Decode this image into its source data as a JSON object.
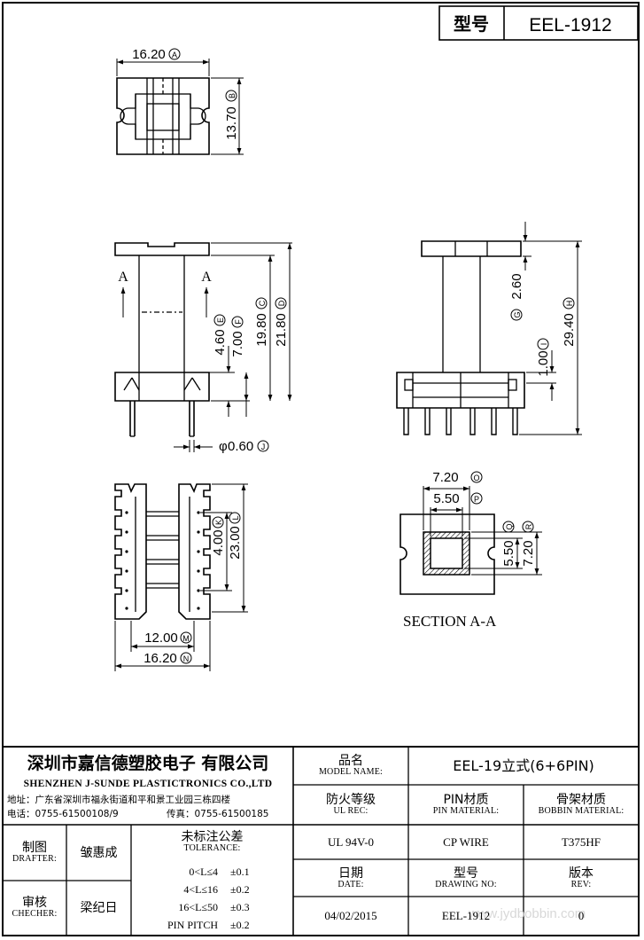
{
  "header": {
    "model_label": "型号",
    "model_value": "EEL-1912"
  },
  "dims": {
    "a": "16.20",
    "b": "13.70",
    "c": "19.80",
    "d": "21.80",
    "e": "4.60",
    "f": "7.00",
    "g": "2.60",
    "h": "29.40",
    "i": "1.00",
    "j": "0.60",
    "k": "4.00",
    "l": "23.00",
    "m": "12.00",
    "n": "16.20",
    "o": "7.20",
    "p": "5.50",
    "q": "5.50",
    "r": "7.20"
  },
  "callouts": {
    "a": "A",
    "b": "B",
    "c": "C",
    "d": "D",
    "e": "E",
    "f": "F",
    "g": "G",
    "h": "H",
    "i": "I",
    "j": "J",
    "k": "K",
    "l": "L",
    "m": "M",
    "n": "N",
    "o": "O",
    "p": "P",
    "q": "Q",
    "r": "R"
  },
  "diameter_symbol": "φ",
  "section_marker": "A",
  "section_title": "SECTION A-A",
  "watermark": "www.jydbobbin.com",
  "title_block": {
    "company_cn": "深圳市嘉信德塑胶电子 有限公司",
    "company_en": "SHENZHEN J-SUNDE PLASTICTRONICS CO.,LTD",
    "address": "地址：广东省深圳市福永街道和平和景工业园三栋四楼",
    "phone": "电话：0755-61500108/9",
    "fax": "传真：0755-61500185",
    "model_name_cn": "品名",
    "model_name_en": "MODEL NAME:",
    "model_name_value": "EEL-19立式(6+6PIN)",
    "ul_cn": "防火等级",
    "ul_en": "UL REC:",
    "pin_mat_cn": "PIN材质",
    "pin_mat_en": "PIN MATERIAL:",
    "bobbin_mat_cn": "骨架材质",
    "bobbin_mat_en": "BOBBIN MATERIAL:",
    "ul_value": "UL 94V-0",
    "pin_value": "CP WIRE",
    "bobbin_value": "T375HF",
    "drafter_cn": "制图",
    "drafter_en": "DRAFTER:",
    "drafter_value": "皱惠成",
    "checker_cn": "审核",
    "checker_en": "CHECHER:",
    "checker_value": "梁纪日",
    "tolerance_cn": "未标注公差",
    "tolerance_en": "TOLERANCE:",
    "tolerance_rows": [
      {
        "range": "0<L≤4",
        "value": "±0.1"
      },
      {
        "range": "4<L≤16",
        "value": "±0.2"
      },
      {
        "range": "16<L≤50",
        "value": "±0.3"
      },
      {
        "range": "PIN PITCH",
        "value": "±0.2"
      }
    ],
    "date_cn": "日期",
    "date_en": "DATE:",
    "drawing_no_cn": "型号",
    "drawing_no_en": "DRAWING NO:",
    "rev_cn": "版本",
    "rev_en": "REV:",
    "date_value": "04/02/2015",
    "drawing_no_value": "EEL-1912",
    "rev_value": "0"
  }
}
